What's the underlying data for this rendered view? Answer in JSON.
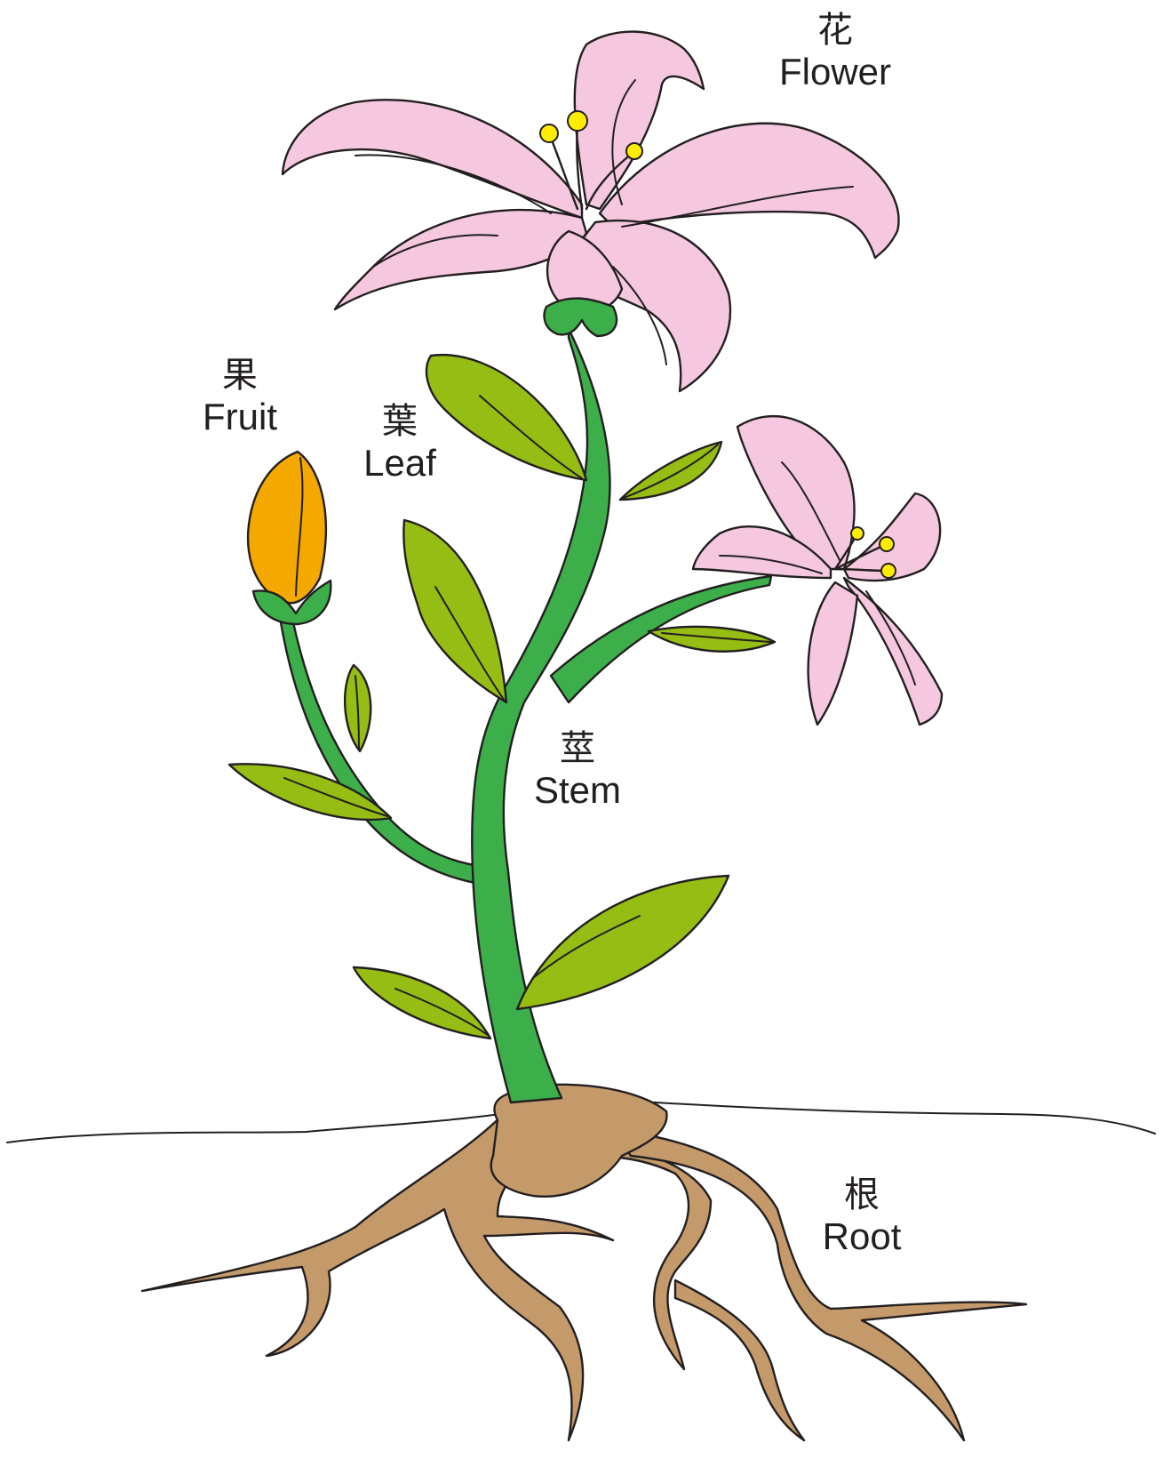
{
  "labels": {
    "flower": {
      "zh": "花",
      "en": "Flower"
    },
    "fruit": {
      "zh": "果",
      "en": "Fruit"
    },
    "leaf": {
      "zh": "葉",
      "en": "Leaf"
    },
    "stem": {
      "zh": "莖",
      "en": "Stem"
    },
    "root": {
      "zh": "根",
      "en": "Root"
    }
  },
  "colors": {
    "petal": "#f5c8df",
    "leaf": "#95bd14",
    "stem": "#3daf4a",
    "fruit": "#f5a800",
    "root": "#c59a6b",
    "stamen": "#ffed00",
    "outline": "#231f20"
  }
}
